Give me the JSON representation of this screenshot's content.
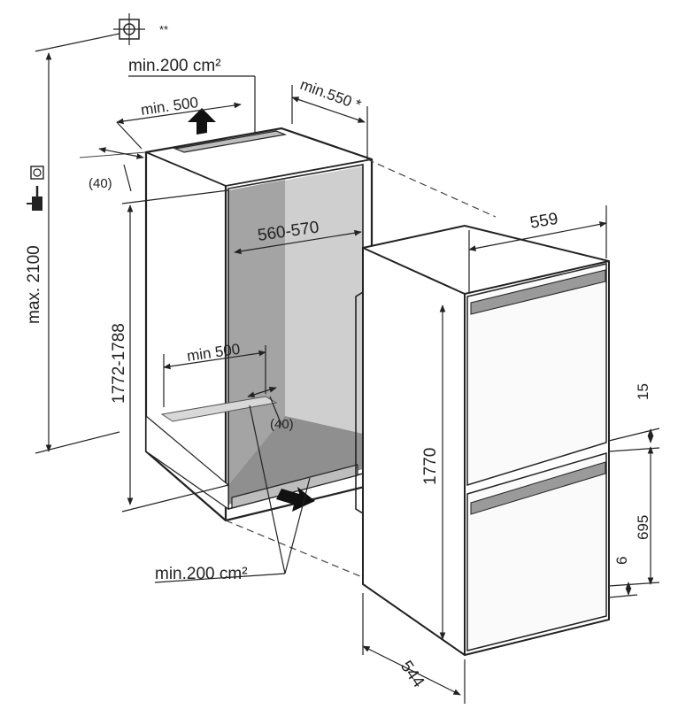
{
  "labels": {
    "vent_top_area": "min.200 cm²",
    "vent_bottom_area": "min.200 cm²",
    "top_width": "min. 500",
    "depth_top": "min.550 *",
    "clearance_top": "(40)",
    "clearance_bottom": "(40)",
    "niche_width": "560-570",
    "niche_height": "1772-1788",
    "max_height": "max. 2100",
    "bottom_width": "min 500",
    "appliance_width": "559",
    "appliance_height": "1770",
    "appliance_depth": "544",
    "gap_upper": "15",
    "door_lower": "695",
    "gap_lower": "6",
    "double_star": "**"
  },
  "icons": [
    "water-connection-icon",
    "socket-icon",
    "plug-icon"
  ],
  "colors": {
    "line": "#222222",
    "niche_back": "#c8c8c8",
    "niche_side": "#9e9e9e",
    "niche_floor": "#8e8e8e"
  }
}
